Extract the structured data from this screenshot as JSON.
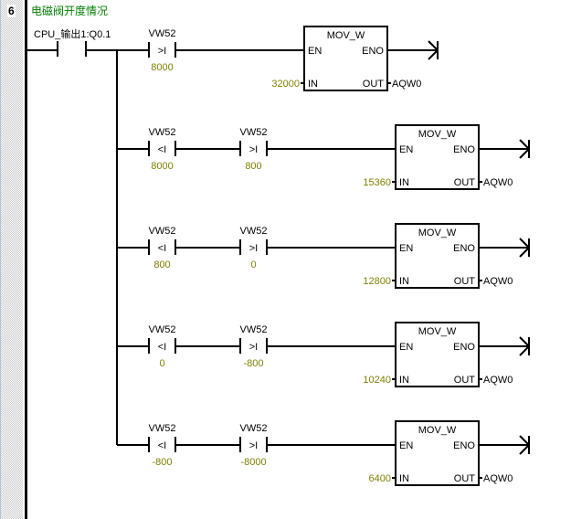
{
  "network": {
    "number": "6",
    "title": "电磁阀开度情况"
  },
  "input_contact": {
    "label": "CPU_输出1:Q0.1",
    "type": "normally-open"
  },
  "colors": {
    "title": "#008000",
    "constant": "#7f7f00",
    "wire": "#000000"
  },
  "rungs": [
    {
      "comparators": [
        {
          "operand": "VW52",
          "op": ">I",
          "value": "8000"
        }
      ],
      "box": {
        "name": "MOV_W",
        "en": "EN",
        "eno": "ENO",
        "in_label": "IN",
        "out_label": "OUT",
        "in_value": "32000",
        "out_value": "AQW0"
      }
    },
    {
      "comparators": [
        {
          "operand": "VW52",
          "op": "<I",
          "value": "8000"
        },
        {
          "operand": "VW52",
          "op": ">I",
          "value": "800"
        }
      ],
      "box": {
        "name": "MOV_W",
        "en": "EN",
        "eno": "ENO",
        "in_label": "IN",
        "out_label": "OUT",
        "in_value": "15360",
        "out_value": "AQW0"
      }
    },
    {
      "comparators": [
        {
          "operand": "VW52",
          "op": "<I",
          "value": "800"
        },
        {
          "operand": "VW52",
          "op": ">I",
          "value": "0"
        }
      ],
      "box": {
        "name": "MOV_W",
        "en": "EN",
        "eno": "ENO",
        "in_label": "IN",
        "out_label": "OUT",
        "in_value": "12800",
        "out_value": "AQW0"
      }
    },
    {
      "comparators": [
        {
          "operand": "VW52",
          "op": "<I",
          "value": "0"
        },
        {
          "operand": "VW52",
          "op": ">I",
          "value": "-800"
        }
      ],
      "box": {
        "name": "MOV_W",
        "en": "EN",
        "eno": "ENO",
        "in_label": "IN",
        "out_label": "OUT",
        "in_value": "10240",
        "out_value": "AQW0"
      }
    },
    {
      "comparators": [
        {
          "operand": "VW52",
          "op": "<I",
          "value": "-800"
        },
        {
          "operand": "VW52",
          "op": ">I",
          "value": "-8000"
        }
      ],
      "box": {
        "name": "MOV_W",
        "en": "EN",
        "eno": "ENO",
        "in_label": "IN",
        "out_label": "OUT",
        "in_value": "6400",
        "out_value": "AQW0"
      }
    }
  ]
}
